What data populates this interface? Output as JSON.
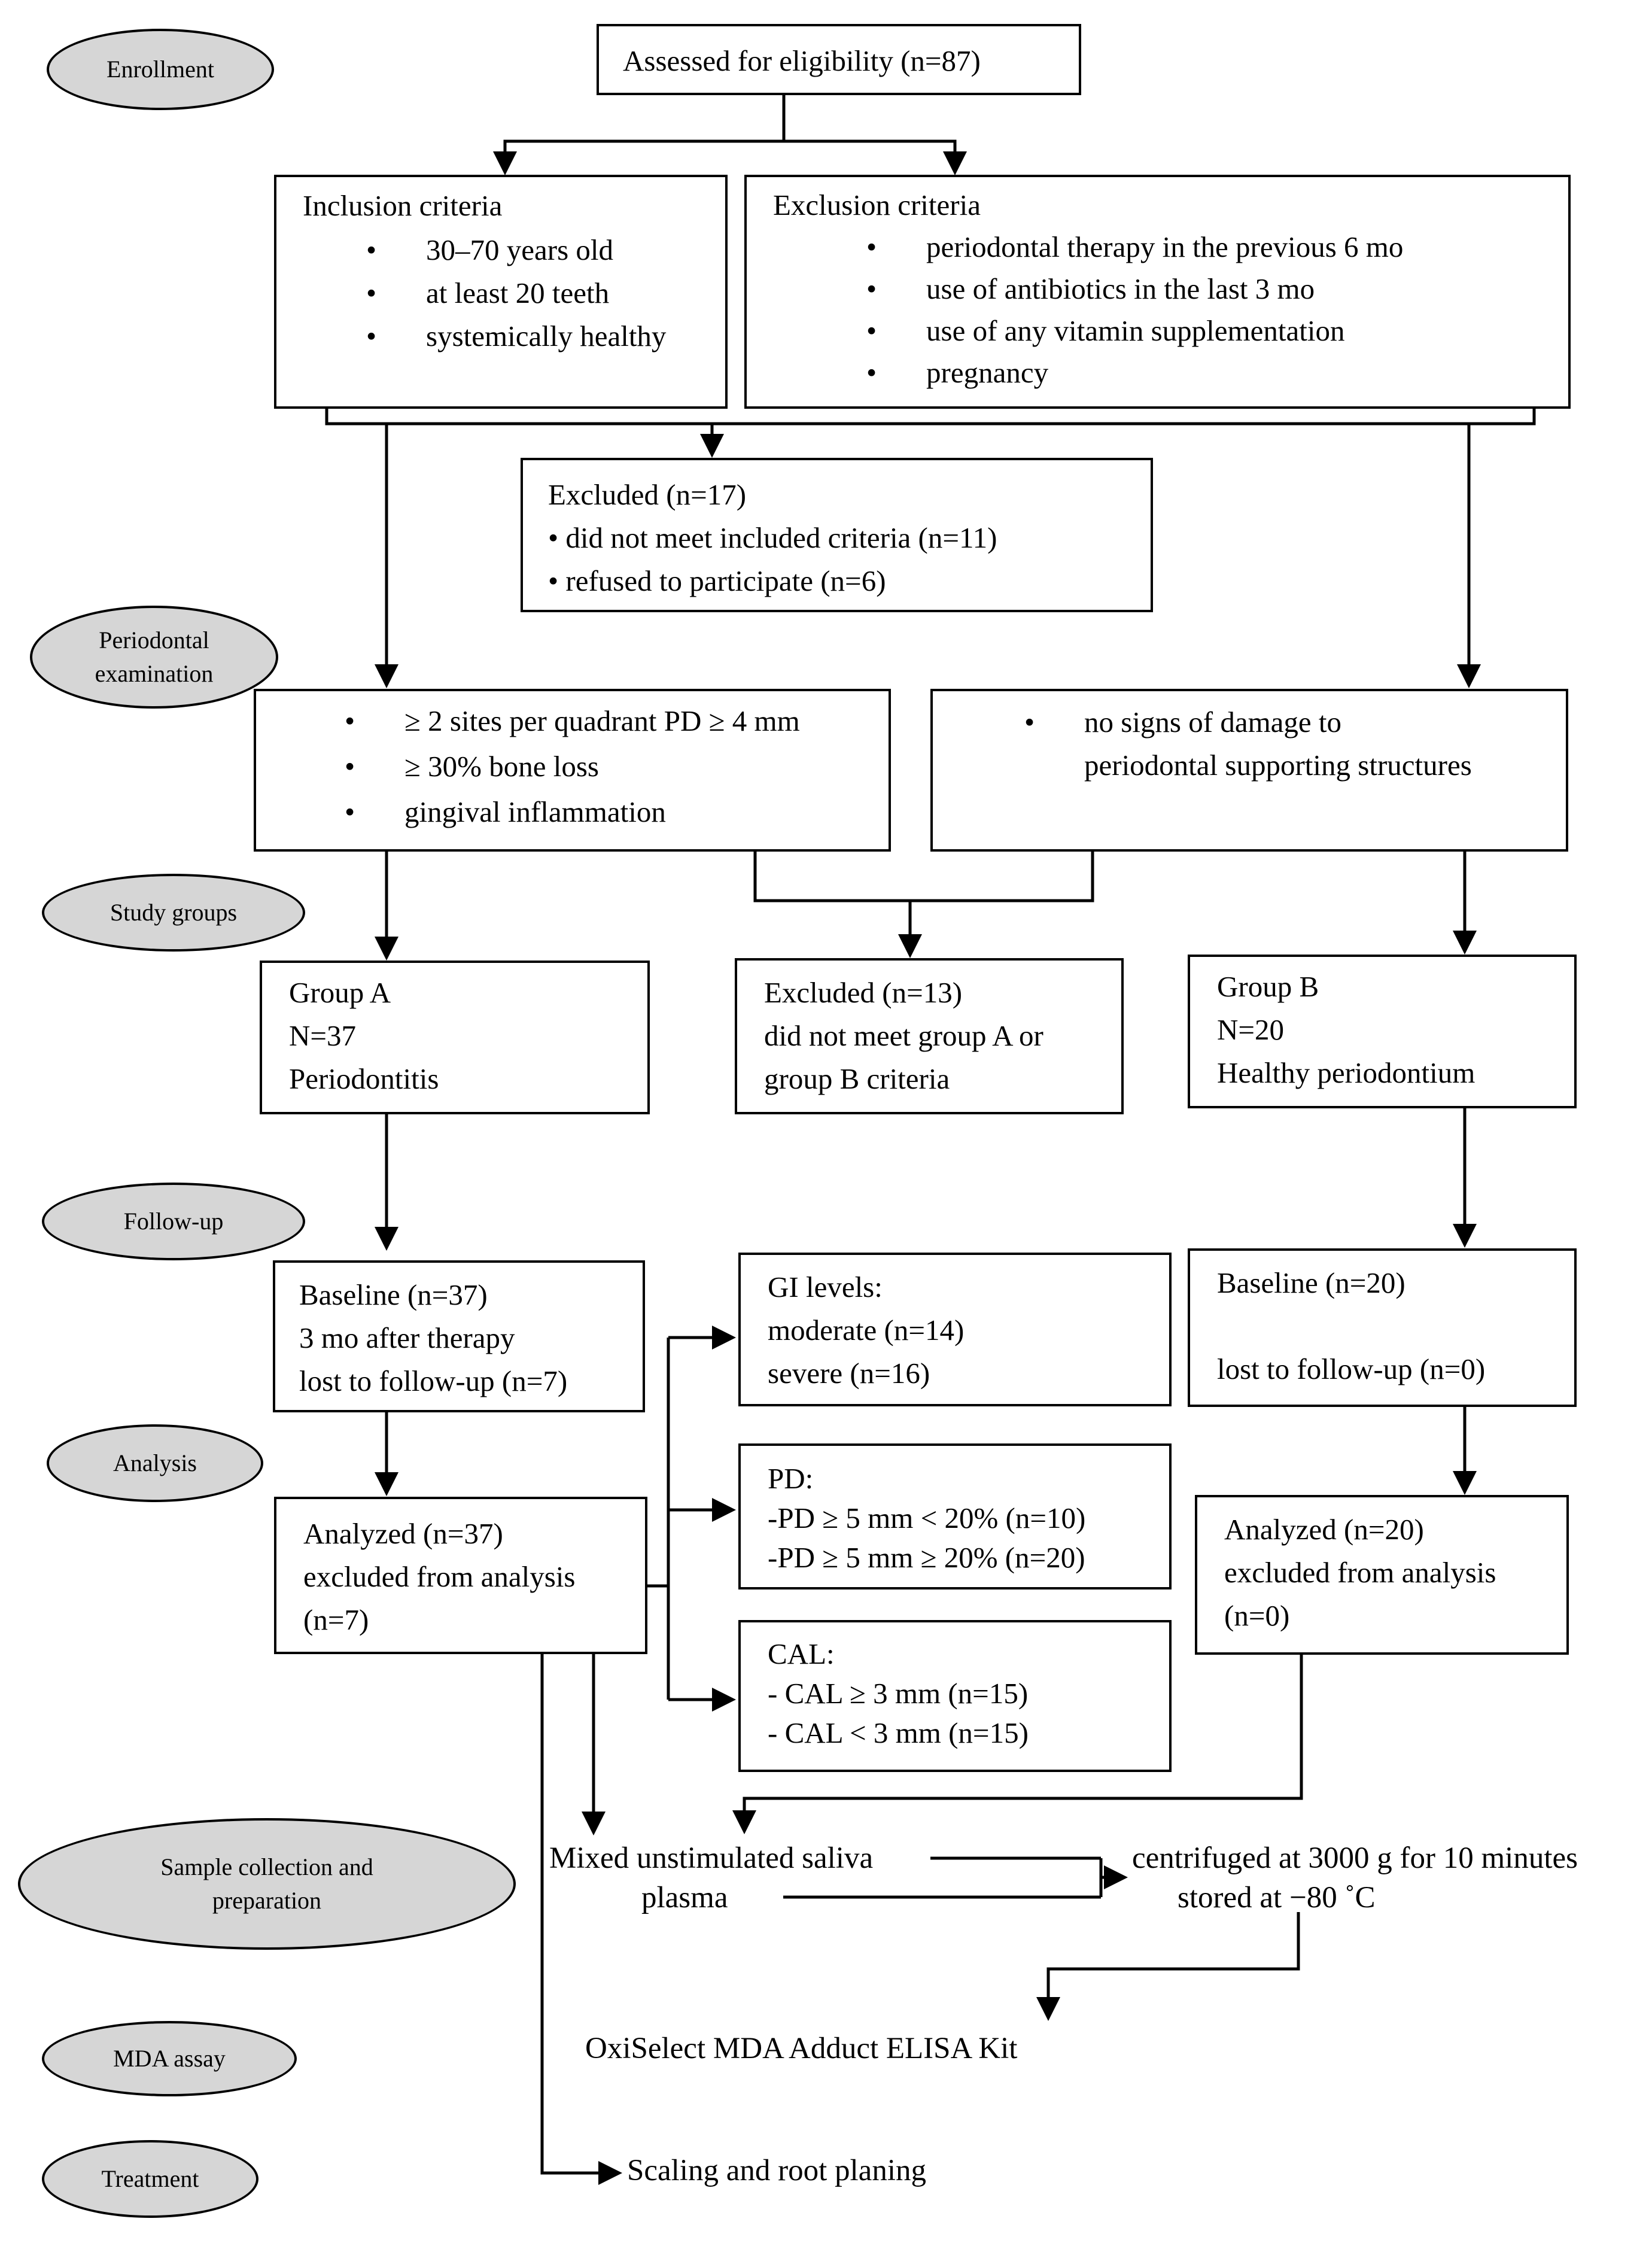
{
  "stages": {
    "enrollment": "Enrollment",
    "periodontal_examination": [
      "Periodontal",
      "examination"
    ],
    "study_groups": "Study groups",
    "follow_up": "Follow-up",
    "analysis": "Analysis",
    "sample_collection": [
      "Sample collection and",
      "preparation"
    ],
    "mda_assay": "MDA assay",
    "treatment": "Treatment"
  },
  "assessed": "Assessed for eligibility (n=87)",
  "inclusion": {
    "title": "Inclusion criteria",
    "items": [
      "30–70 years old",
      "at least 20 teeth",
      "systemically healthy"
    ]
  },
  "exclusion": {
    "title": "Exclusion criteria",
    "items": [
      "periodontal therapy in the previous 6 mo",
      "use of antibiotics in the last 3 mo",
      "use of any vitamin supplementation",
      "pregnancy"
    ]
  },
  "excluded_enrollment": {
    "title": "Excluded (n=17)",
    "items": [
      "• did not meet included criteria (n=11)",
      "• refused to participate (n=6)"
    ]
  },
  "exam_periodontitis": {
    "items": [
      "≥ 2 sites per quadrant PD ≥ 4 mm",
      "≥ 30% bone loss",
      "gingival inflammation"
    ]
  },
  "exam_healthy": {
    "items": [
      "no signs of damage to",
      "periodontal supporting structures"
    ]
  },
  "group_a": [
    "Group A",
    "N=37",
    "Periodontitis"
  ],
  "excluded_groups": [
    "Excluded (n=13)",
    "did not meet group A or",
    "group B criteria"
  ],
  "group_b": [
    "Group B",
    "N=20",
    "Healthy periodontium"
  ],
  "baseline_a": [
    "Baseline (n=37)",
    "3 mo after therapy",
    "lost to follow-up (n=7)"
  ],
  "baseline_b": [
    "Baseline (n=20)",
    "",
    "lost to follow-up (n=0)"
  ],
  "gi_levels": [
    "GI levels:",
    "moderate (n=14)",
    "severe (n=16)"
  ],
  "pd": [
    "PD:",
    "-PD ≥ 5 mm < 20% (n=10)",
    "-PD ≥ 5 mm ≥ 20% (n=20)"
  ],
  "cal": [
    "CAL:",
    "- CAL ≥ 3 mm (n=15)",
    "- CAL < 3 mm (n=15)"
  ],
  "analyzed_a": [
    "Analyzed (n=37)",
    "excluded from analysis",
    "(n=7)"
  ],
  "analyzed_b": [
    "Analyzed (n=20)",
    "excluded from analysis",
    "(n=0)"
  ],
  "samples": {
    "saliva": "Mixed unstimulated saliva",
    "plasma": "plasma",
    "centrifuged": "centrifuged at 3000 g for 10 minutes",
    "stored": "stored at −80 ˚C"
  },
  "elisa": "OxiSelect MDA Adduct ELISA Kit",
  "treatment_text": "Scaling and root planing"
}
